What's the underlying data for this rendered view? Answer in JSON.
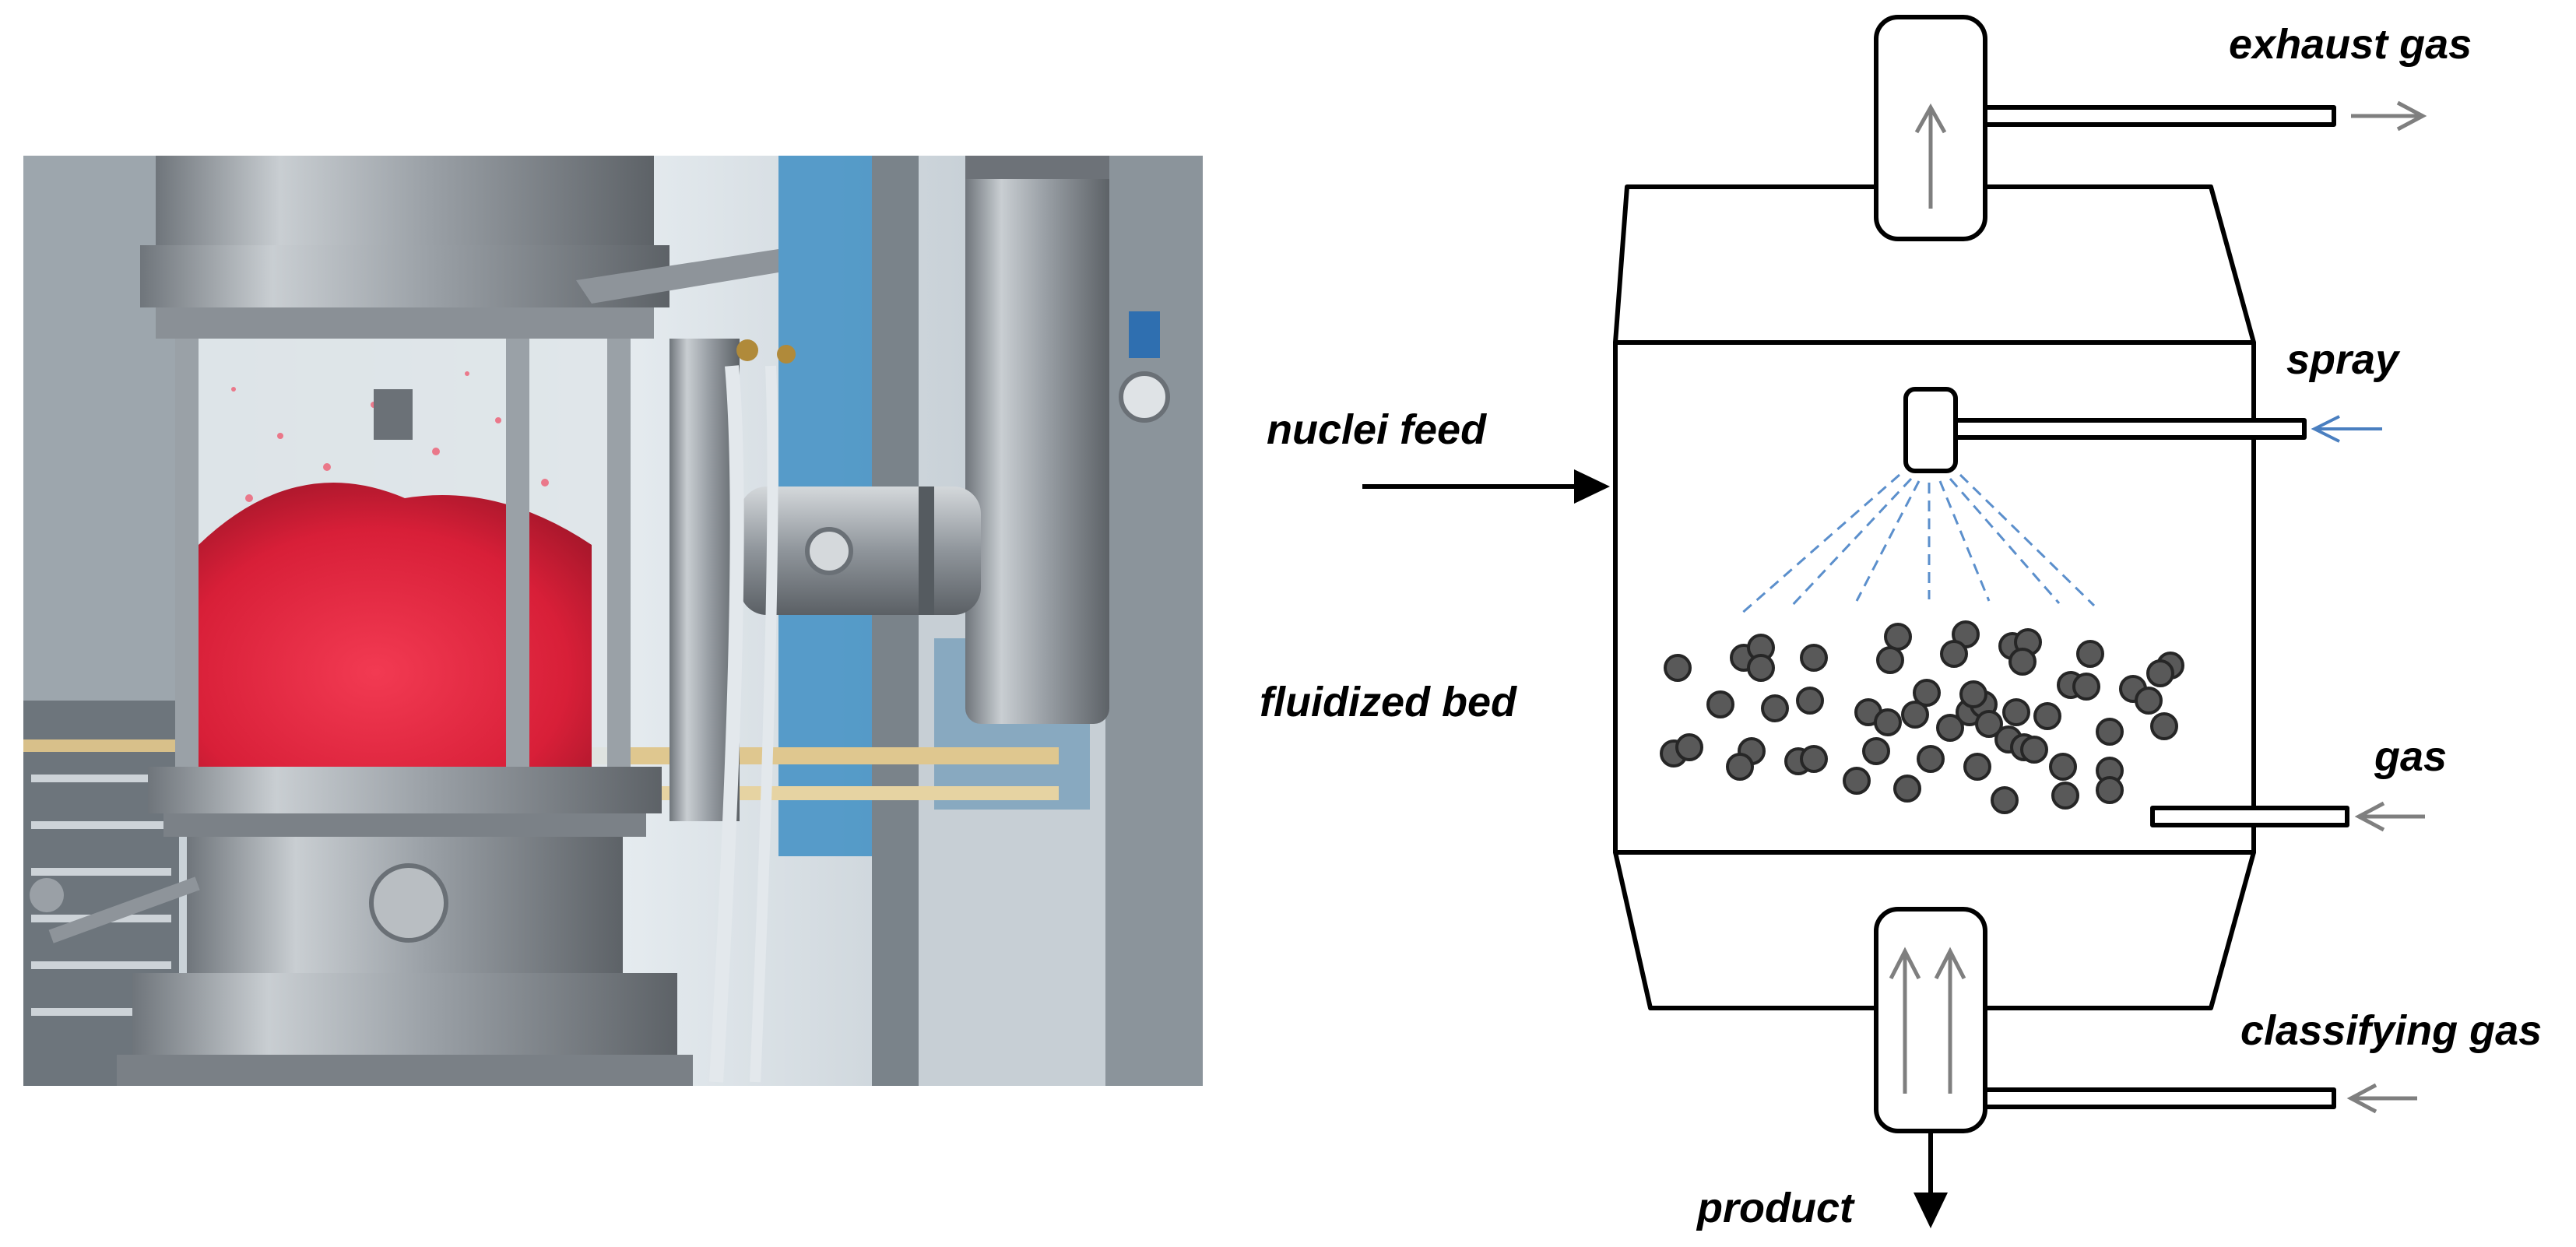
{
  "labels": {
    "exhaust_gas": "exhaust gas",
    "spray": "spray",
    "nuclei_feed": "nuclei feed",
    "fluidized_bed": "fluidized bed",
    "gas": "gas",
    "classifying_gas": "classifying gas",
    "product": "product"
  },
  "colors": {
    "outline": "#000000",
    "grey_arrow": "#7f7f7f",
    "spray_blue": "#4a7fc0",
    "particle_fill": "#595959",
    "particle_stroke": "#262626",
    "powder_red": "#e8283f",
    "steel": "#a7adb3"
  }
}
